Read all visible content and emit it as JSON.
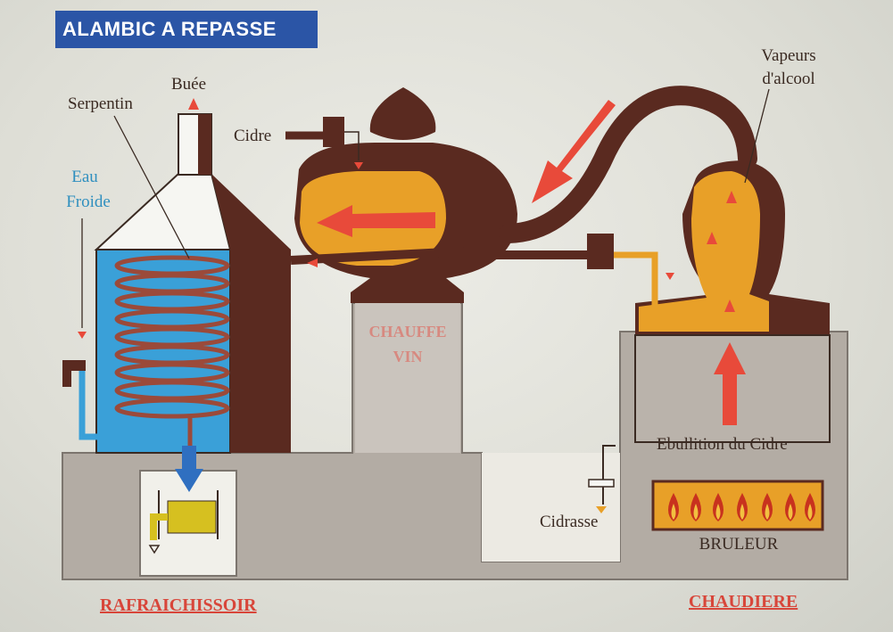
{
  "title": "ALAMBIC A REPASSE",
  "labels": {
    "serpentin": "Serpentin",
    "buee": "Buée",
    "cidre": "Cidre",
    "vapeurs_line1": "Vapeurs",
    "vapeurs_line2": "d'alcool",
    "eau_line1": "Eau",
    "eau_line2": "Froide",
    "chauffe_line1": "CHAUFFE",
    "chauffe_line2": "VIN",
    "ebullition": "Ebullition du Cidre",
    "cidrasse": "Cidrasse",
    "bruleur": "BRULEUR",
    "rafraichissoir": "RAFRAICHISSOIR",
    "chaudiere": "CHAUDIERE"
  },
  "colors": {
    "title_bg": "#2b55a6",
    "copper": "#5a2a20",
    "liquid": "#e8a028",
    "water": "#3aa0d8",
    "masonry": "#b3aca4",
    "arrow_red": "#e84a3a",
    "label_red": "#d8463a",
    "label_blue": "#2f8fbf"
  }
}
